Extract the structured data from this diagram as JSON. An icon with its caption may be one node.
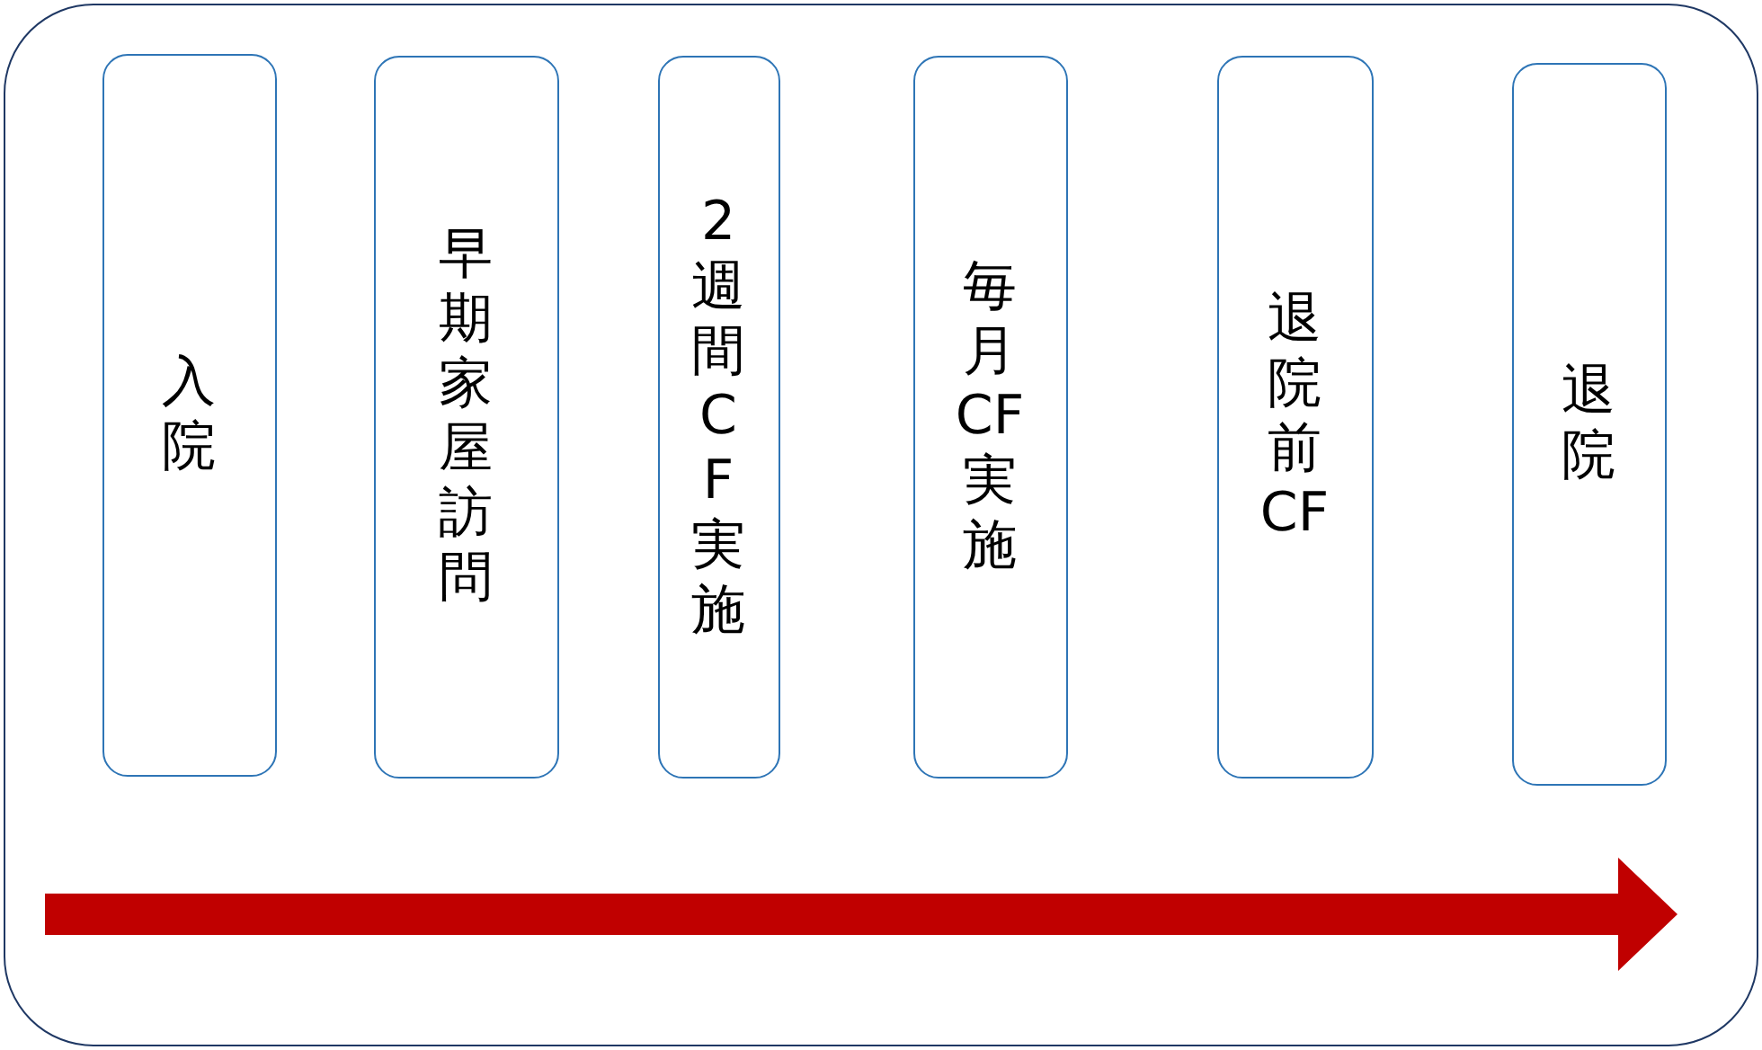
{
  "diagram": {
    "nodes": [
      {
        "text": [],
        "shape": "box"
      },
      {
        "text": [
          "入院"
        ],
        "in": 0
      },
      {
        "text": [
          "早期家屋訪問"
        ],
        "in": 0
      },
      {
        "text": [
          "2週間CF実施"
        ],
        "in": 0
      },
      {
        "text": [
          "毎月CF実施"
        ],
        "in": 0
      },
      {
        "text": [
          "退院前CF"
        ],
        "in": 0
      },
      {
        "text": [
          "退院"
        ],
        "in": 0
      }
    ]
  }
}
